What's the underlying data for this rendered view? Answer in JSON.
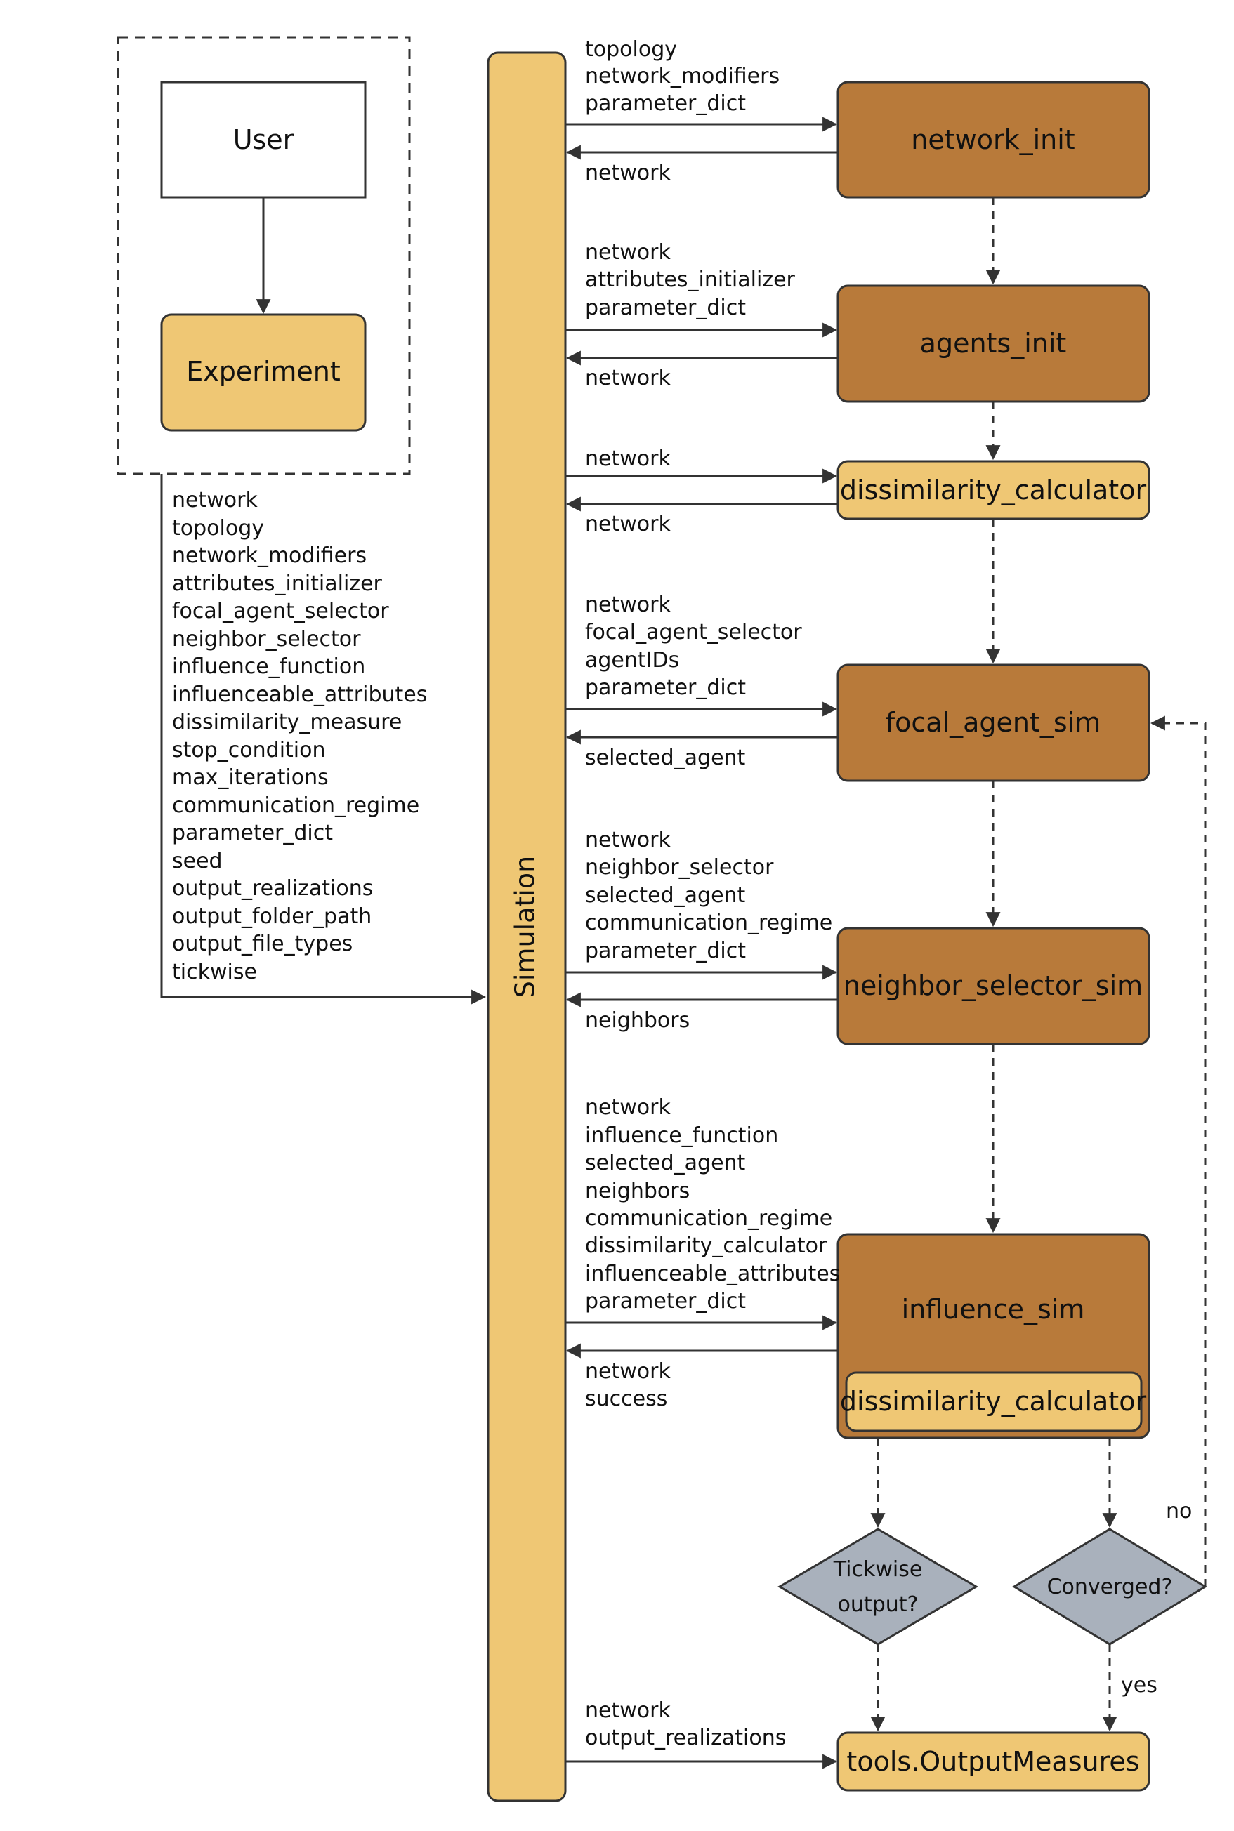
{
  "colors": {
    "light_box": "#EFC774",
    "dark_box": "#B87A3A",
    "diamond": "#A9B1BC",
    "stroke": "#333333"
  },
  "nodes": {
    "user": "User",
    "experiment": "Experiment",
    "simulation": "Simulation",
    "network_init": "network_init",
    "agents_init": "agents_init",
    "dissimilarity_calculator": "dissimilarity_calculator",
    "focal_agent_sim": "focal_agent_sim",
    "neighbor_selector_sim": "neighbor_selector_sim",
    "influence_sim": "influence_sim",
    "influence_dissimilarity_calculator": "dissimilarity_calculator",
    "tickwise_line1": "Tickwise",
    "tickwise_line2": "output?",
    "converged": "Converged?",
    "output_measures": "tools.OutputMeasures"
  },
  "edge_labels": {
    "no": "no",
    "yes": "yes"
  },
  "experiment_params": [
    "network",
    "topology",
    "network_modifiers",
    "attributes_initializer",
    "focal_agent_selector",
    "neighbor_selector",
    "influence_function",
    "influenceable_attributes",
    "dissimilarity_measure",
    "stop_condition",
    "max_iterations",
    "communication_regime",
    "parameter_dict",
    "seed",
    "output_realizations",
    "output_folder_path",
    "output_file_types",
    "tickwise"
  ],
  "calls": {
    "network_init": {
      "inputs": [
        "topology",
        "network_modifiers",
        "parameter_dict"
      ],
      "outputs": [
        "network"
      ]
    },
    "agents_init": {
      "inputs": [
        "network",
        "attributes_initializer",
        "parameter_dict"
      ],
      "outputs": [
        "network"
      ]
    },
    "dissimilarity_calculator": {
      "inputs": [
        "network"
      ],
      "outputs": [
        "network"
      ]
    },
    "focal_agent_sim": {
      "inputs": [
        "network",
        "focal_agent_selector",
        "agentIDs",
        "parameter_dict"
      ],
      "outputs": [
        "selected_agent"
      ]
    },
    "neighbor_selector_sim": {
      "inputs": [
        "network",
        "neighbor_selector",
        "selected_agent",
        "communication_regime",
        "parameter_dict"
      ],
      "outputs": [
        "neighbors"
      ]
    },
    "influence_sim": {
      "inputs": [
        "network",
        "influence_function",
        "selected_agent",
        "neighbors",
        "communication_regime",
        "dissimilarity_calculator",
        "influenceable_attributes",
        "parameter_dict"
      ],
      "outputs": [
        "network",
        "success"
      ]
    },
    "output_measures": {
      "inputs": [
        "network",
        "output_realizations"
      ],
      "outputs": []
    }
  }
}
